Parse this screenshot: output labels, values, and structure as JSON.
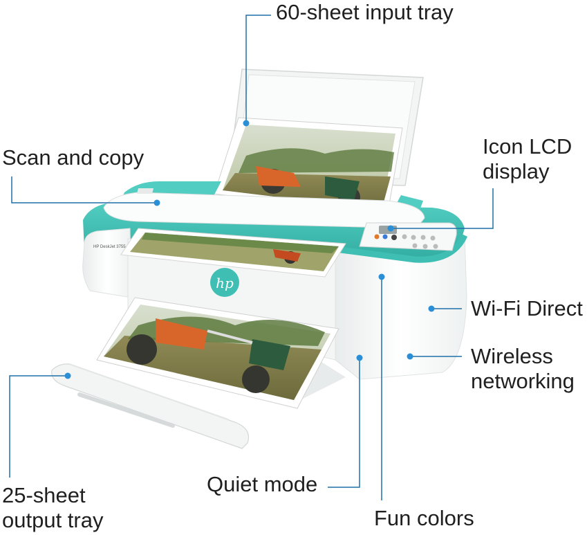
{
  "callouts": {
    "input_tray": "60-sheet input tray",
    "scan_copy": "Scan and copy",
    "lcd_line1": "Icon LCD",
    "lcd_line2": "display",
    "wifi_direct": "Wi-Fi Direct",
    "wireless_line1": "Wireless",
    "wireless_line2": "networking",
    "output_line1": "25-sheet",
    "output_line2": "output tray",
    "quiet_mode": "Quiet mode",
    "fun_colors": "Fun colors"
  },
  "product": {
    "logo": "hp",
    "model_text": "HP DeskJet 3755"
  },
  "colors": {
    "accent_teal": "#3fbfb3",
    "leader_blue": "#1e6fa8",
    "dot_blue": "#2a8fd6",
    "body_white": "#f4f6f6"
  }
}
